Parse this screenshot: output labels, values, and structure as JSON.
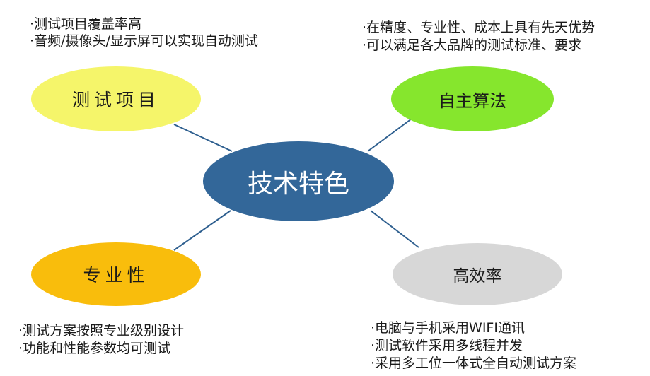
{
  "center": {
    "label": "技术特色",
    "color": "#336799"
  },
  "nodes": [
    {
      "label": "测试项目",
      "color": "#f5f56a",
      "notes": [
        "测试项目覆盖率高",
        "音频/摄像头/显示屏可以实现自动测试"
      ]
    },
    {
      "label": "自主算法",
      "color": "#86e62d",
      "notes": [
        "在精度、专业性、成本上具有先天优势",
        "可以满足各大品牌的测试标准、要求"
      ]
    },
    {
      "label": "专业性",
      "color": "#f9bd0c",
      "notes": [
        "测试方案按照专业级别设计",
        "功能和性能参数均可测试"
      ]
    },
    {
      "label": "高效率",
      "color": "#d7d7d7",
      "notes": [
        "电脑与手机采用WIFI通讯",
        "测试软件采用多线程并发",
        "采用多工位一体式全自动测试方案"
      ]
    }
  ],
  "connector_color": "#2e5f8f"
}
